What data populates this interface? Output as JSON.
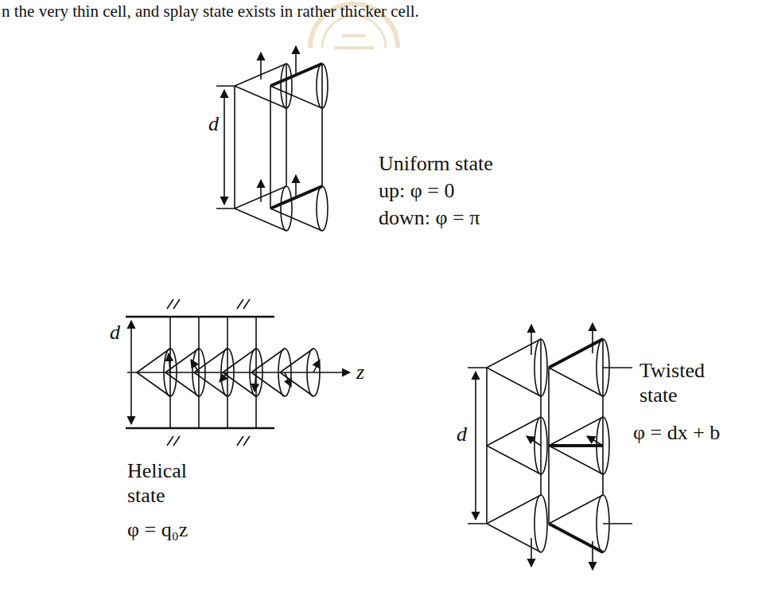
{
  "diagram": {
    "labels": [
      "n the very thin cell, and splay state exists in rather thicker cell.",
      "d",
      "Uniform state",
      "up: φ = 0",
      "down: φ = π",
      "d",
      "z",
      "Helical state",
      "φ = q₀z",
      "d",
      "Twisted state",
      "φ = dx + b"
    ]
  }
}
